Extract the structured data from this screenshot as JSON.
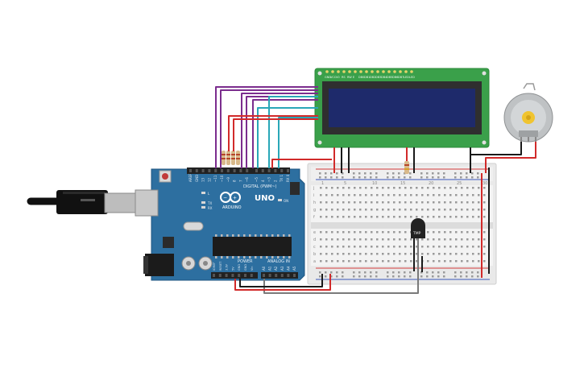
{
  "arduino": {
    "brand": "ARDUINO",
    "model": "UNO",
    "digital_label": "DIGITAL (PWM~)",
    "analog_label": "ANALOG IN",
    "power_label": "POWER",
    "on_label": "ON",
    "tx_label": "TX",
    "rx_label": "RX",
    "l_label": "L",
    "digital_pins": [
      "AREF",
      "GND",
      "13",
      "12",
      "~11",
      "~10",
      "~9",
      "8",
      "7",
      "~6",
      "~5",
      "4",
      "~3",
      "2",
      "TX 1",
      "RX 0"
    ],
    "power_pins": [
      "IOREF",
      "RESET",
      "3.3V",
      "5V",
      "GND",
      "GND",
      "Vin"
    ],
    "analog_pins": [
      "A0",
      "A1",
      "A2",
      "A3",
      "A4",
      "A5"
    ],
    "colors": {
      "board": "#2d6fa0",
      "board_dark": "#1f5680",
      "header": "#222222"
    }
  },
  "lcd": {
    "pin_labels": [
      "GND",
      "VCC",
      "V0",
      "RS",
      "RW",
      "E",
      "DB0",
      "DB1",
      "DB2",
      "DB3",
      "DB4",
      "DB5",
      "DB6",
      "DB7",
      "LED",
      "LED"
    ],
    "colors": {
      "pcb": "#3aa04a",
      "bezel": "#2f2f2f",
      "screen": "#1e2a6b"
    }
  },
  "sensor": {
    "label": "TMP"
  },
  "breadboard": {
    "row_letters_top": [
      "j",
      "i",
      "h",
      "g",
      "f"
    ],
    "row_letters_bottom": [
      "e",
      "d",
      "c",
      "b",
      "a"
    ],
    "column_numbers": [
      "1",
      "5",
      "10",
      "15",
      "20",
      "25",
      "30"
    ]
  },
  "wire_colors": {
    "purple": "#7b2d8e",
    "cyan": "#2aa7b8",
    "red": "#d12a2a",
    "black": "#1a1a1a",
    "gray": "#7a7a7a"
  }
}
